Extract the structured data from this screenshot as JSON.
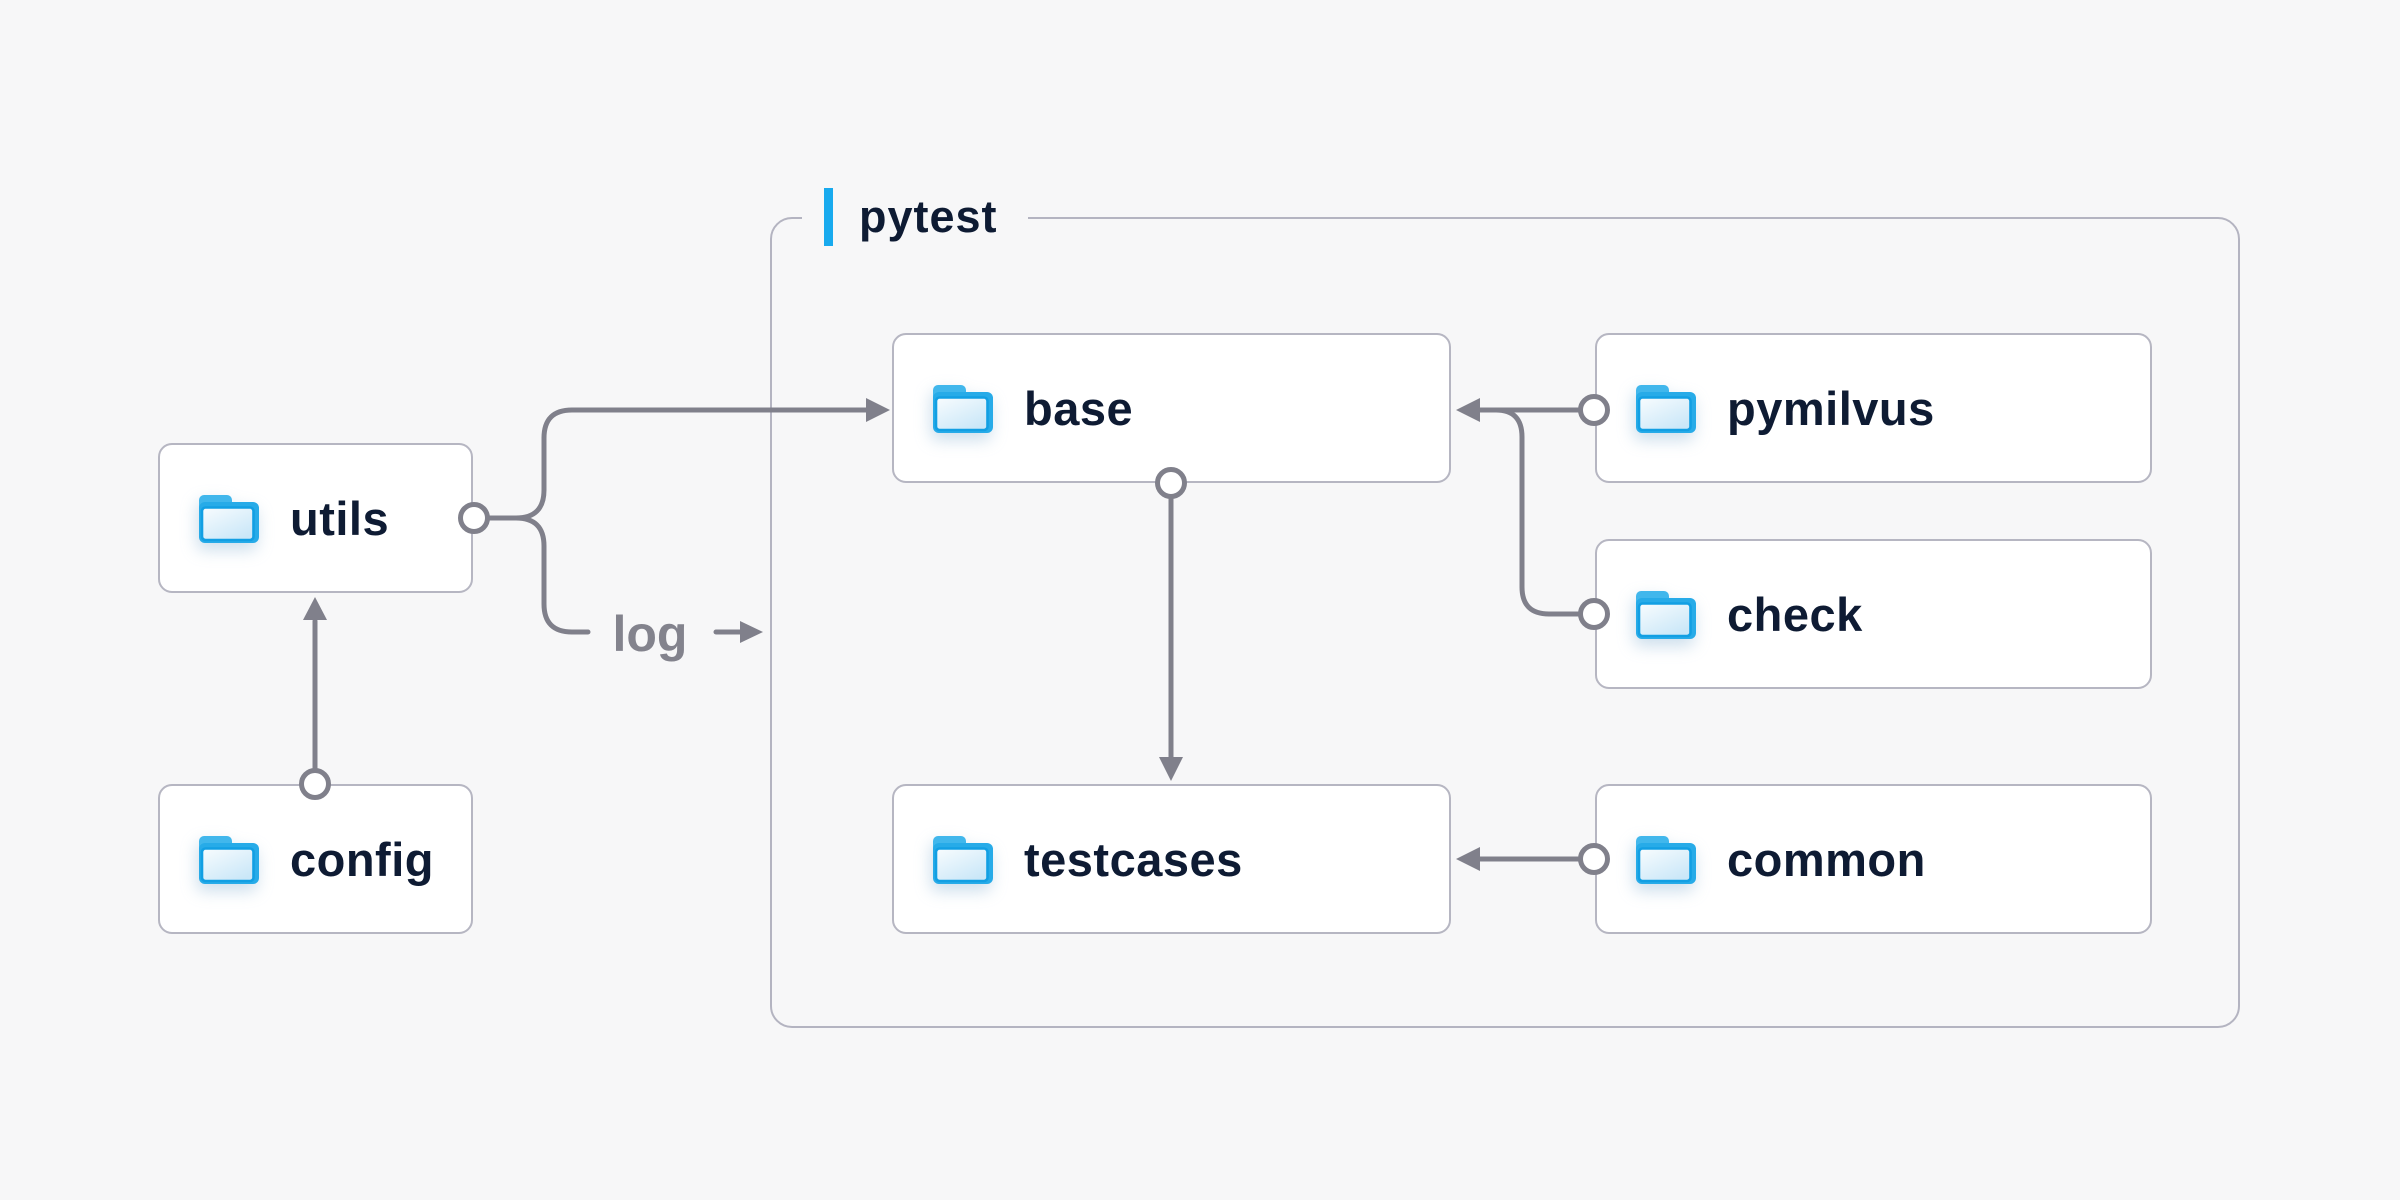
{
  "page": {
    "background": "#f7f7f8"
  },
  "container": {
    "label": "pytest"
  },
  "nodes": {
    "utils": {
      "label": "utils"
    },
    "config": {
      "label": "config"
    },
    "base": {
      "label": "base"
    },
    "pymilvus": {
      "label": "pymilvus"
    },
    "check": {
      "label": "check"
    },
    "testcases": {
      "label": "testcases"
    },
    "common": {
      "label": "common"
    }
  },
  "edges": [
    {
      "from": "config",
      "to": "utils",
      "style": "arrow"
    },
    {
      "from": "utils",
      "to": "base",
      "style": "arrow"
    },
    {
      "from": "utils",
      "to": "log",
      "style": "labeled-arrow",
      "label": "log"
    },
    {
      "from": "pymilvus",
      "to": "base",
      "style": "arrow"
    },
    {
      "from": "check",
      "to": "base",
      "style": "merge-into-pymilvus-arrow"
    },
    {
      "from": "base",
      "to": "testcases",
      "style": "arrow"
    },
    {
      "from": "common",
      "to": "testcases",
      "style": "arrow"
    }
  ],
  "edge_labels": {
    "log": "log"
  },
  "colors": {
    "text": "#0e1b33",
    "line": "#80808b",
    "box_border": "#b6b6c2",
    "container_border": "#b4b4c1",
    "accent_blue": "#18aaee",
    "folder_blue": "#27abe8"
  }
}
